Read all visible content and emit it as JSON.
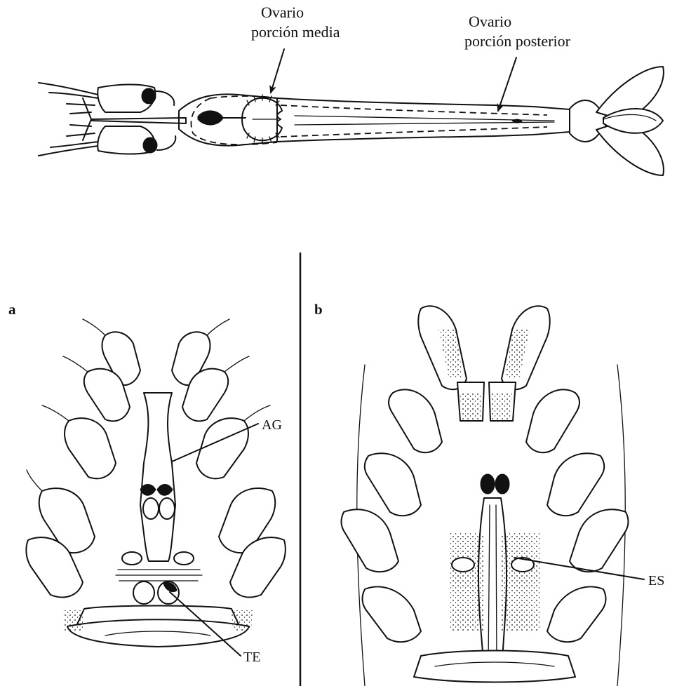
{
  "labels": {
    "ovary_middle": [
      "Ovario",
      "porción media"
    ],
    "ovary_posterior": [
      "Ovario",
      "porción posterior"
    ],
    "panel_a": "a",
    "panel_b": "b",
    "ag": "AG",
    "te": "TE",
    "es": "ES"
  },
  "colors": {
    "ink": "#111111",
    "background": "#ffffff"
  }
}
